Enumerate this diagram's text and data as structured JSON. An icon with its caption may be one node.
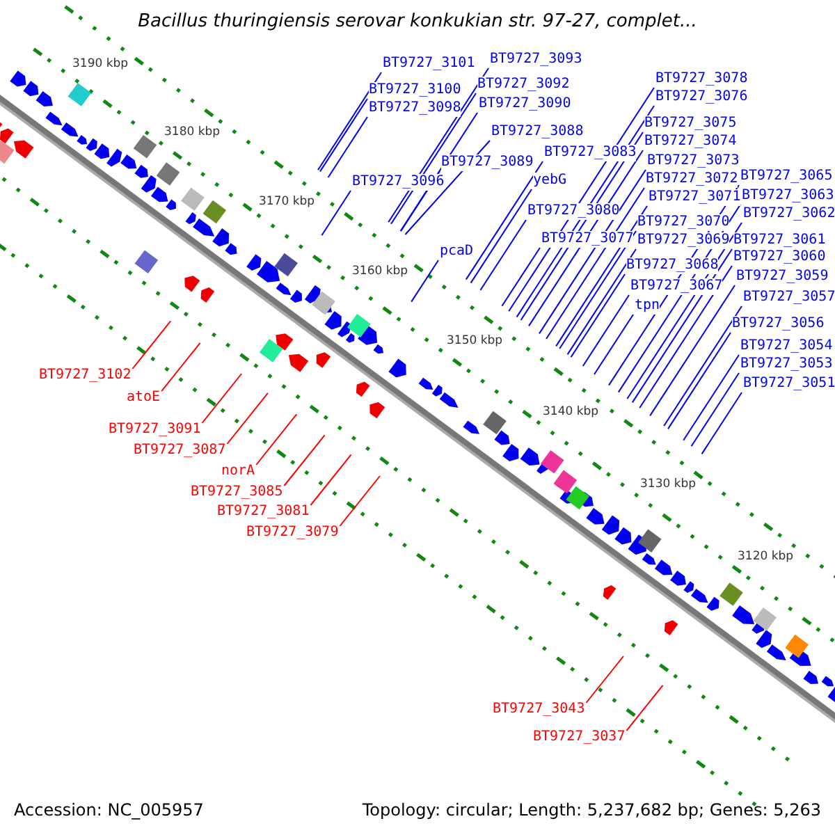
{
  "diagram": {
    "title": "Bacillus thuringiensis serovar konkukian str. 97-27, complet...",
    "nodes": [
      {
        "text": [
          "BT9727_3101"
        ]
      },
      {
        "text": [
          "BT9727_3093"
        ]
      },
      {
        "text": [
          "BT9727_3100"
        ]
      },
      {
        "text": [
          "BT9727_3092"
        ]
      },
      {
        "text": [
          "BT9727_3098"
        ]
      },
      {
        "text": [
          "BT9727_3090"
        ]
      },
      {
        "text": [
          "BT9727_3078"
        ]
      },
      {
        "text": [
          "BT9727_3076"
        ]
      },
      {
        "text": [
          "BT9727_3075"
        ]
      },
      {
        "text": [
          "BT9727_3088"
        ]
      },
      {
        "text": [
          "BT9727_3074"
        ]
      },
      {
        "text": [
          "BT9727_3083"
        ]
      },
      {
        "text": [
          "BT9727_3073"
        ]
      },
      {
        "text": [
          "BT9727_3089"
        ]
      },
      {
        "text": [
          "BT9727_3072"
        ]
      },
      {
        "text": [
          "BT9727_3065"
        ]
      },
      {
        "text": [
          "yebG"
        ]
      },
      {
        "text": [
          "BT9727_3096"
        ]
      },
      {
        "text": [
          "BT9727_3071"
        ]
      },
      {
        "text": [
          "BT9727_3063"
        ]
      },
      {
        "text": [
          "BT9727_3080"
        ]
      },
      {
        "text": [
          "BT9727_3062"
        ]
      },
      {
        "text": [
          "BT9727_3070"
        ]
      },
      {
        "text": [
          "BT9727_3077"
        ]
      },
      {
        "text": [
          "BT9727_3069"
        ]
      },
      {
        "text": [
          "BT9727_3061"
        ]
      },
      {
        "text": [
          "pcaD"
        ]
      },
      {
        "text": [
          "BT9727_3060"
        ]
      },
      {
        "text": [
          "BT9727_3068"
        ]
      },
      {
        "text": [
          "BT9727_3059"
        ]
      },
      {
        "text": [
          "BT9727_3067"
        ]
      },
      {
        "text": [
          "BT9727_3057"
        ]
      },
      {
        "text": [
          "tpn"
        ]
      },
      {
        "text": [
          "BT9727_3056"
        ]
      },
      {
        "text": [
          "BT9727_3054"
        ]
      },
      {
        "text": [
          "BT9727_3053"
        ]
      },
      {
        "text": [
          "BT9727_3051"
        ]
      },
      {
        "text": [
          "BT9727_3102"
        ]
      },
      {
        "text": [
          "atoE"
        ]
      },
      {
        "text": [
          "BT9727_3091"
        ]
      },
      {
        "text": [
          "BT9727_3087"
        ]
      },
      {
        "text": [
          "norA"
        ]
      },
      {
        "text": [
          "BT9727_3085"
        ]
      },
      {
        "text": [
          "BT9727_3081"
        ]
      },
      {
        "text": [
          "BT9727_3079"
        ]
      },
      {
        "text": [
          "BT9727_3043"
        ]
      },
      {
        "text": [
          "BT9727_3037"
        ]
      }
    ],
    "edges": [
      {
        "from": 0,
        "to": null,
        "arrow": "none"
      },
      {
        "from": 1,
        "to": null,
        "arrow": "none"
      },
      {
        "from": 2,
        "to": null,
        "arrow": "none"
      },
      {
        "from": 3,
        "to": null,
        "arrow": "none"
      },
      {
        "from": 4,
        "to": null,
        "arrow": "none"
      },
      {
        "from": 5,
        "to": null,
        "arrow": "none"
      },
      {
        "from": 6,
        "to": null,
        "arrow": "none"
      },
      {
        "from": 7,
        "to": null,
        "arrow": "none"
      },
      {
        "from": 8,
        "to": null,
        "arrow": "none"
      },
      {
        "from": 9,
        "to": null,
        "arrow": "none"
      },
      {
        "from": 10,
        "to": null,
        "arrow": "none"
      },
      {
        "from": 11,
        "to": null,
        "arrow": "none"
      },
      {
        "from": 12,
        "to": null,
        "arrow": "none"
      },
      {
        "from": 13,
        "to": null,
        "arrow": "none"
      },
      {
        "from": 14,
        "to": null,
        "arrow": "none"
      },
      {
        "from": 15,
        "to": null,
        "arrow": "none"
      },
      {
        "from": 16,
        "to": null,
        "arrow": "none"
      },
      {
        "from": 17,
        "to": null,
        "arrow": "none"
      },
      {
        "from": 18,
        "to": null,
        "arrow": "none"
      },
      {
        "from": 19,
        "to": null,
        "arrow": "none"
      },
      {
        "from": 20,
        "to": null,
        "arrow": "none"
      },
      {
        "from": 21,
        "to": null,
        "arrow": "none"
      },
      {
        "from": 22,
        "to": null,
        "arrow": "none"
      },
      {
        "from": 23,
        "to": null,
        "arrow": "none"
      },
      {
        "from": 24,
        "to": null,
        "arrow": "none"
      },
      {
        "from": 25,
        "to": null,
        "arrow": "none"
      },
      {
        "from": 26,
        "to": null,
        "arrow": "none"
      },
      {
        "from": 27,
        "to": null,
        "arrow": "none"
      },
      {
        "from": 28,
        "to": null,
        "arrow": "none"
      },
      {
        "from": 29,
        "to": null,
        "arrow": "none"
      },
      {
        "from": 30,
        "to": null,
        "arrow": "none"
      },
      {
        "from": 31,
        "to": null,
        "arrow": "none"
      },
      {
        "from": 32,
        "to": null,
        "arrow": "none"
      },
      {
        "from": 33,
        "to": null,
        "arrow": "none"
      },
      {
        "from": 34,
        "to": null,
        "arrow": "none"
      },
      {
        "from": 35,
        "to": null,
        "arrow": "none"
      },
      {
        "from": 36,
        "to": null,
        "arrow": "none"
      },
      {
        "from": 37,
        "to": null,
        "arrow": "none",
        "color": "#ff0000"
      },
      {
        "from": 38,
        "to": null,
        "arrow": "none",
        "color": "#ff0000"
      },
      {
        "from": 39,
        "to": null,
        "arrow": "none",
        "color": "#ff0000"
      },
      {
        "from": 40,
        "to": null,
        "arrow": "none",
        "color": "#ff0000"
      },
      {
        "from": 41,
        "to": null,
        "arrow": "none",
        "color": "#ff0000"
      },
      {
        "from": 42,
        "to": null,
        "arrow": "none",
        "color": "#ff0000"
      },
      {
        "from": 43,
        "to": null,
        "arrow": "none",
        "color": "#ff0000"
      },
      {
        "from": 44,
        "to": null,
        "arrow": "none",
        "color": "#ff0000"
      },
      {
        "from": 45,
        "to": null,
        "arrow": "none",
        "color": "#ff0000"
      },
      {
        "from": 46,
        "to": null,
        "arrow": "none",
        "color": "#ff0000"
      }
    ],
    "labels": [
      "3190 kbp",
      "3180 kbp",
      "3170 kbp",
      "3160 kbp",
      "3150 kbp",
      "3140 kbp",
      "3130 kbp",
      "3120 kbp",
      "Accession: NC_005957",
      "Topology: circular; Length: 5,237,682 bp; Genes: 5,263"
    ]
  }
}
